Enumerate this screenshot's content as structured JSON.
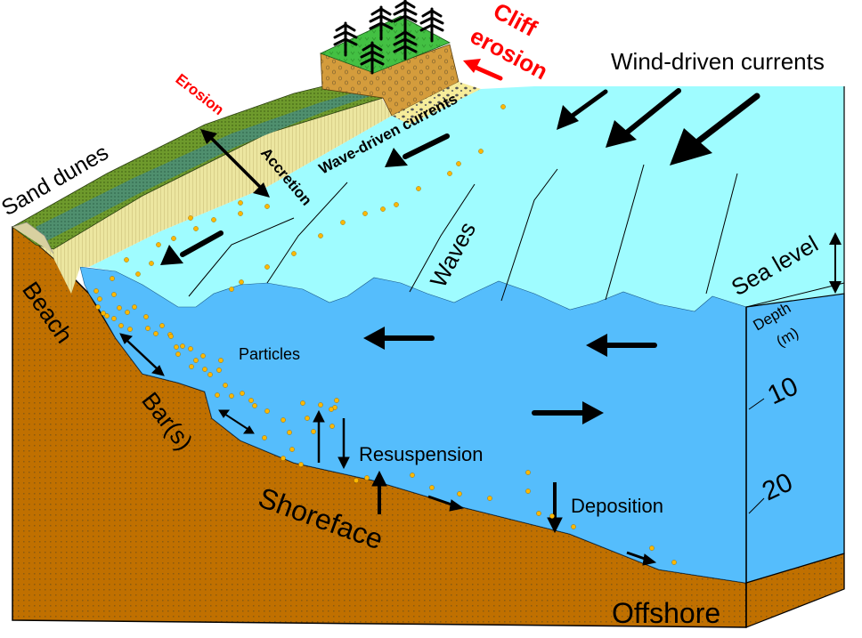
{
  "diagram": {
    "title": "Coastal sediment processes",
    "colors": {
      "sediment": "#c07000",
      "shallow_water": "#9ffcff",
      "deep_water": "#55bdfc",
      "dune_green": "#6e9a2c",
      "dune_stripe": "#4f8f6e",
      "sand": "#ece6a0",
      "cliff": "#d49c3c",
      "cliff_top": "#43c043",
      "particle": "#ffb800",
      "highlight_red": "#ff0000",
      "arrow": "#000000"
    },
    "labels": {
      "cliff_erosion_line1": "Cliff",
      "cliff_erosion_line2": "erosion",
      "wind_driven_currents": "Wind-driven currents",
      "erosion": "Erosion",
      "wave_driven_currents": "Wave-driven currents",
      "sand_dunes": "Sand dunes",
      "accretion": "Accretion",
      "waves": "Waves",
      "sea_level": "Sea level",
      "depth_line1": "Depth",
      "depth_line2": "(m)",
      "beach": "Beach",
      "particles": "Particles",
      "bars": "Bar(s)",
      "resuspension": "Resuspension",
      "deposition": "Deposition",
      "shoreface": "Shoreface",
      "offshore": "Offshore"
    },
    "depth_scale": {
      "unit": "m",
      "ticks": [
        "10",
        "20"
      ]
    }
  }
}
